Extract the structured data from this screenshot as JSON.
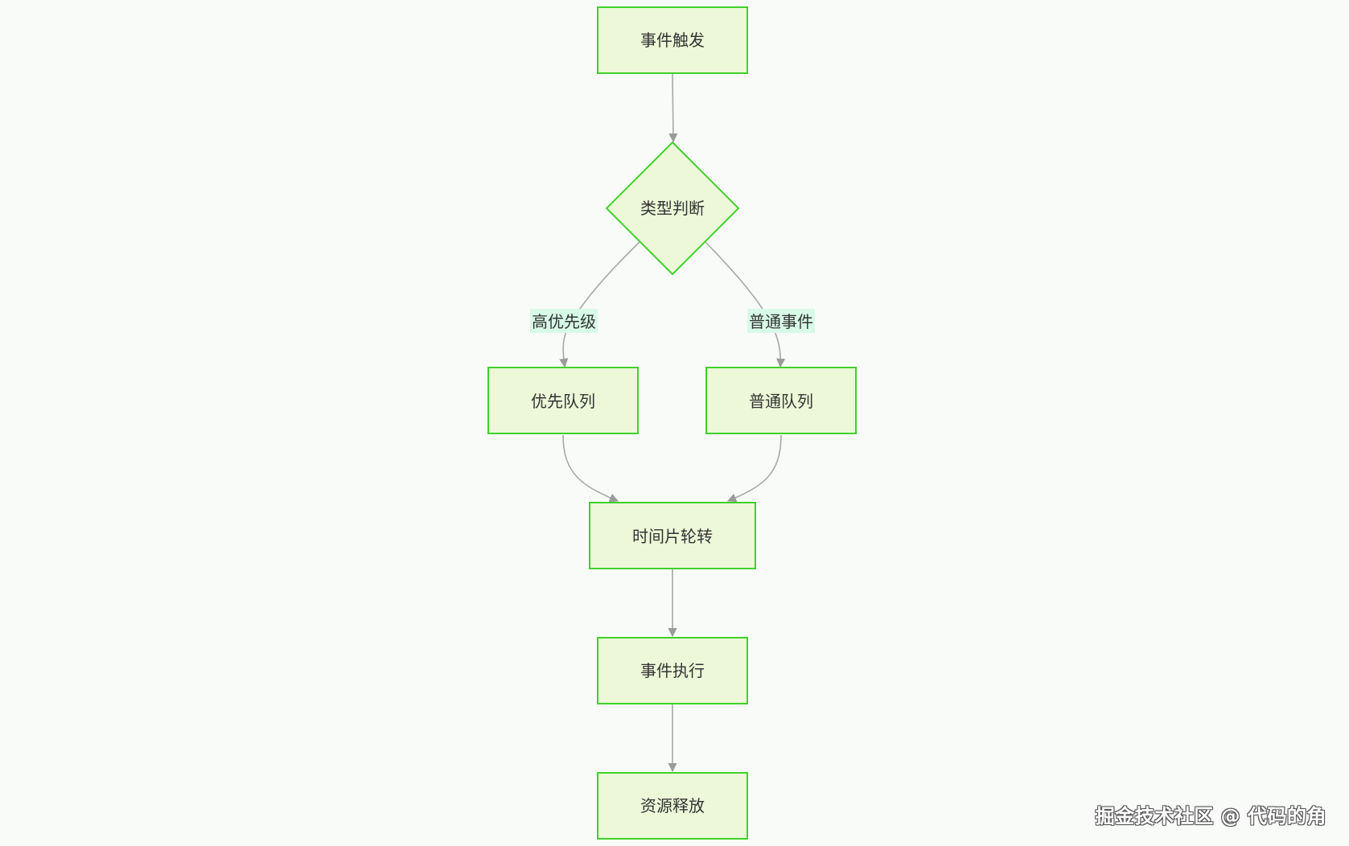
{
  "nodes": {
    "trigger": "事件触发",
    "type_check": "类型判断",
    "priority_queue": "优先队列",
    "normal_queue": "普通队列",
    "round_robin": "时间片轮转",
    "execute": "事件执行",
    "release": "资源释放"
  },
  "edges": {
    "high_priority": "高优先级",
    "normal_event": "普通事件"
  },
  "colors": {
    "node_fill": "#ecf8d8",
    "node_stroke": "#3fd22a",
    "edge": "#9a9a9a",
    "edge_label_bg": "#d8fae8",
    "background": "#f9fbf8"
  },
  "watermark": "掘金技术社区 @ 代码的角"
}
